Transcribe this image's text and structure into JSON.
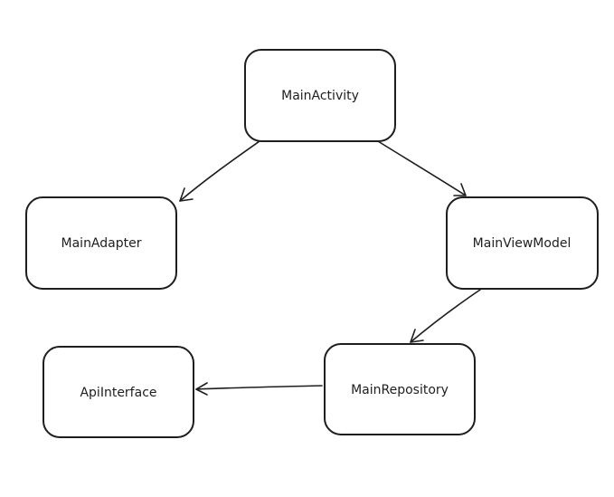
{
  "diagram": {
    "nodes": {
      "main_activity": {
        "label": "MainActivity"
      },
      "main_adapter": {
        "label": "MainAdapter"
      },
      "main_view_model": {
        "label": "MainViewModel"
      },
      "main_repository": {
        "label": "MainRepository"
      },
      "api_interface": {
        "label": "ApiInterface"
      }
    },
    "edges": [
      {
        "from": "main_activity",
        "to": "main_adapter"
      },
      {
        "from": "main_activity",
        "to": "main_view_model"
      },
      {
        "from": "main_view_model",
        "to": "main_repository"
      },
      {
        "from": "main_repository",
        "to": "api_interface"
      }
    ],
    "colors": {
      "stroke": "#1e1e1e",
      "background": "#ffffff"
    }
  }
}
